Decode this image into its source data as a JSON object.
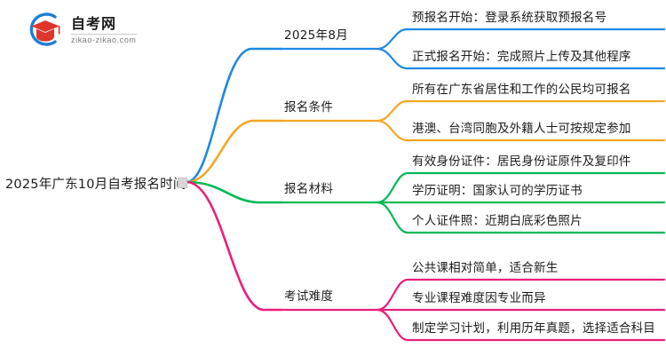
{
  "logo": {
    "title": "自考网",
    "domain": "zikao-zikao.com",
    "mark_icon": "graduation-cap-icon",
    "arc_color": "#1d7fd4",
    "cap_color": "#e0352b"
  },
  "mindmap": {
    "root": {
      "label": "2025年广东10月自考报名时间"
    },
    "branches": [
      {
        "label": "2025年8月",
        "color": "#1e88e5",
        "children": [
          {
            "label": "预报名开始：登录系统获取预报名号"
          },
          {
            "label": "正式报名开始：完成照片上传及其他程序"
          }
        ]
      },
      {
        "label": "报名条件",
        "color": "#f5a623",
        "children": [
          {
            "label": "所有在广东省居住和工作的公民均可报名"
          },
          {
            "label": "港澳、台湾同胞及外籍人士可按规定参加"
          }
        ]
      },
      {
        "label": "报名材料",
        "color": "#00b956",
        "children": [
          {
            "label": "有效身份证件：居民身份证原件及复印件"
          },
          {
            "label": "学历证明：国家认可的学历证书"
          },
          {
            "label": "个人证件照：近期白底彩色照片"
          }
        ]
      },
      {
        "label": "考试难度",
        "color": "#ec1e79",
        "children": [
          {
            "label": "公共课相对简单，适合新生"
          },
          {
            "label": "专业课程难度因专业而异"
          },
          {
            "label": "制定学习计划，利用历年真题，选择适合科目"
          }
        ]
      }
    ]
  }
}
